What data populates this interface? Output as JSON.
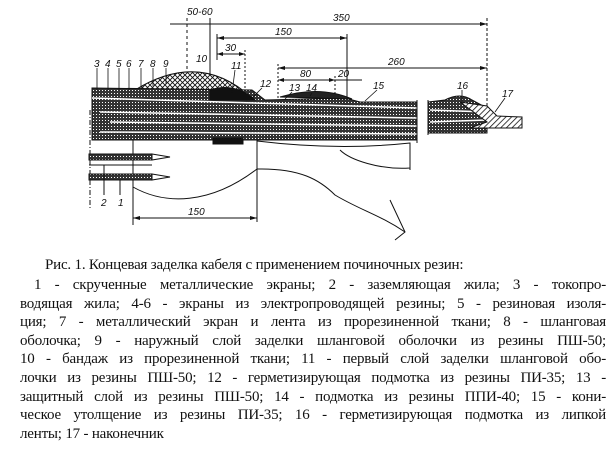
{
  "figure": {
    "dimensions": {
      "d_50_60": "50-60",
      "d_350": "350",
      "d_150_top": "150",
      "d_30": "30",
      "d_260": "260",
      "d_80": "80",
      "d_20": "20",
      "d_150_bottom": "150"
    },
    "labels": [
      "1",
      "2",
      "3",
      "4",
      "5",
      "6",
      "7",
      "8",
      "9",
      "10",
      "11",
      "12",
      "13",
      "14",
      "15",
      "16",
      "17"
    ]
  },
  "caption": {
    "title": "Рис. 1. Концевая заделка кабеля с применением починочных резин:",
    "lines": [
      "1 - скрученные металлические экраны; 2 - заземляющая жила; 3 - токопро-",
      "водящая жила; 4-6 - экраны из электропроводящей резины; 5 - резиновая изоля-",
      "ция; 7 - металлический экран и лента из прорезиненной ткани; 8 - шланговая",
      "оболочка; 9 - наружный слой заделки шланговой оболочки из резины ПШ-50;",
      "10 - бандаж  из прорезиненной ткани; 11 - первый слой заделки шланговой обо-",
      "лочки из резины ПШ-50; 12 - герметизирующая подмотка из резины ПИ-35; 13 -",
      "защитный слой из резины ПШ-50; 14 - подмотка из резины ППИ-40; 15 - кони-",
      "ческое утолщение из резины ПИ-35; 16 - герметизирующая подмотка из липкой",
      "ленты; 17 - наконечник"
    ]
  }
}
